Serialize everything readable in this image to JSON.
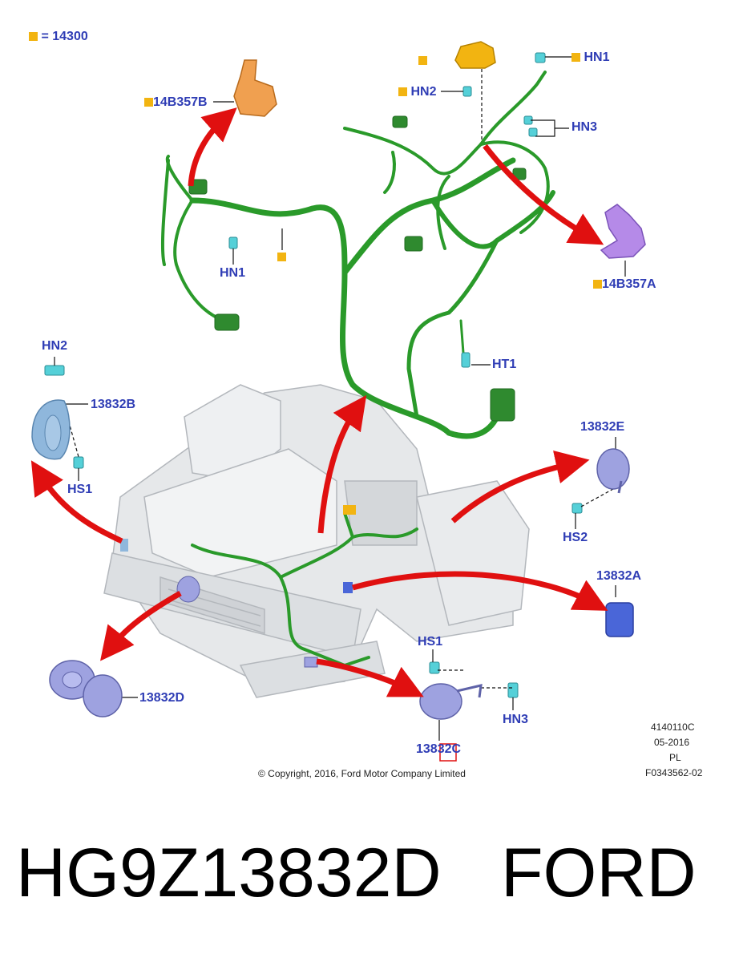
{
  "legend": {
    "text": "= 14300"
  },
  "callouts": {
    "c14B357B": "14B357B",
    "hn1_top": "HN1",
    "hn2_top": "HN2",
    "hn3_top": "HN3",
    "hn1_left": "HN1",
    "c14B357A": "14B357A",
    "ht1": "HT1",
    "hn2_left": "HN2",
    "c13832B": "13832B",
    "hs1_left": "HS1",
    "c13832E": "13832E",
    "hs2": "HS2",
    "c13832A": "13832A",
    "c13832D": "13832D",
    "hs1_bottom": "HS1",
    "hn3_bottom": "HN3",
    "c13832C": "13832C"
  },
  "drawing_info": {
    "number": "4140110C",
    "date": "05-2016",
    "lang": "PL",
    "ref": "F0343562-02"
  },
  "copyright": "© Copyright, 2016, Ford Motor Company Limited",
  "caption": {
    "part_number": "HG9Z13832D",
    "brand": "FORD"
  },
  "colors": {
    "harness": "#2a9a2a",
    "arrow": "#e01010",
    "label": "#2f3db5",
    "square": "#f2b411",
    "horn": "#9ea2e0",
    "horn_blue": "#8fb7dc",
    "clip": "#55d0d8"
  }
}
